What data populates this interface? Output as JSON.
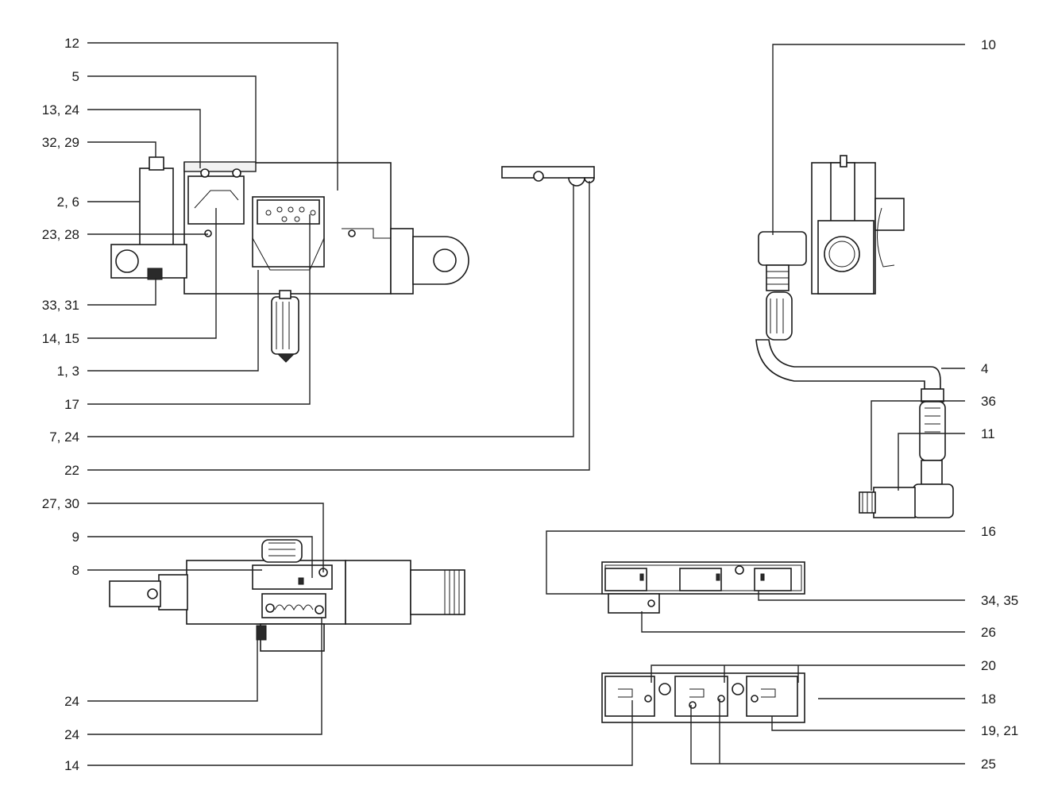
{
  "callouts": [
    {
      "id": "c12",
      "text": "12"
    },
    {
      "id": "c5",
      "text": "5"
    },
    {
      "id": "c13-24",
      "text": "13, 24"
    },
    {
      "id": "c32-29",
      "text": "32, 29"
    },
    {
      "id": "c2-6",
      "text": "2, 6"
    },
    {
      "id": "c23-28",
      "text": "23, 28"
    },
    {
      "id": "c33-31",
      "text": "33, 31"
    },
    {
      "id": "c14-15",
      "text": "14, 15"
    },
    {
      "id": "c1-3",
      "text": "1, 3"
    },
    {
      "id": "c17",
      "text": "17"
    },
    {
      "id": "c7-24",
      "text": "7, 24"
    },
    {
      "id": "c22",
      "text": "22"
    },
    {
      "id": "c27-30",
      "text": "27, 30"
    },
    {
      "id": "c9",
      "text": "9"
    },
    {
      "id": "c8",
      "text": "8"
    },
    {
      "id": "c24a",
      "text": "24"
    },
    {
      "id": "c24b",
      "text": "24"
    },
    {
      "id": "c14",
      "text": "14"
    },
    {
      "id": "c10",
      "text": "10"
    },
    {
      "id": "c4",
      "text": "4"
    },
    {
      "id": "c36",
      "text": "36"
    },
    {
      "id": "c11",
      "text": "11"
    },
    {
      "id": "c16",
      "text": "16"
    },
    {
      "id": "c34-35",
      "text": "34, 35"
    },
    {
      "id": "c26",
      "text": "26"
    },
    {
      "id": "c20",
      "text": "20"
    },
    {
      "id": "c18",
      "text": "18"
    },
    {
      "id": "c19-21",
      "text": "19, 21"
    },
    {
      "id": "c25",
      "text": "25"
    }
  ]
}
